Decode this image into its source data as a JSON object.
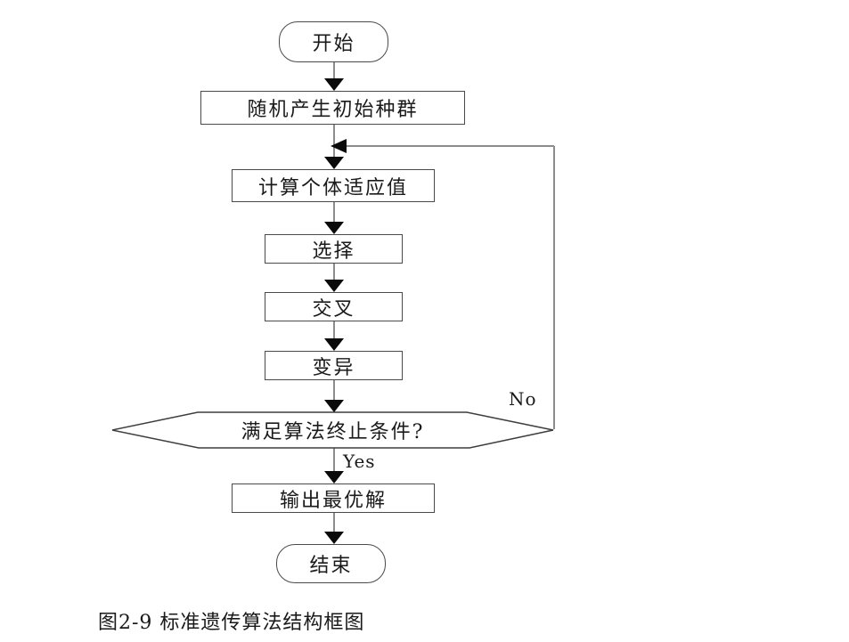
{
  "figure": {
    "caption": "图2-9 标准遗传算法结构框图"
  },
  "flowchart": {
    "type": "flowchart",
    "nodes": {
      "start": "开始",
      "init_population": "随机产生初始种群",
      "fitness": "计算个体适应值",
      "selection": "选择",
      "crossover": "交叉",
      "mutation": "变异",
      "termination": "满足算法终止条件?",
      "output": "输出最优解",
      "end": "结束"
    },
    "branch_labels": {
      "yes": "Yes",
      "no": "No"
    },
    "edges": [
      "开始 -> 随机产生初始种群",
      "随机产生初始种群 -> 计算个体适应值",
      "计算个体适应值 -> 选择",
      "选择 -> 交叉",
      "交叉 -> 变异",
      "变异 -> 满足算法终止条件?",
      "满足算法终止条件? -Yes-> 输出最优解",
      "满足算法终止条件? -No-> 计算个体适应值",
      "输出最优解 -> 结束"
    ],
    "colors": {
      "background": "#ffffff",
      "shape_border": "#4a4a4a",
      "connector_line": "#8c8c8c",
      "arrowhead": "#0a0a0a",
      "text": "#1a1a1a"
    }
  }
}
